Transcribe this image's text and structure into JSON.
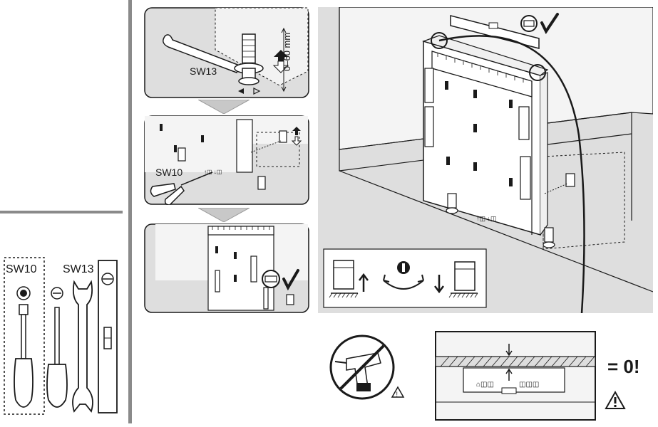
{
  "tools": {
    "sw10_label": "SW10",
    "sw13_label": "SW13"
  },
  "panels": {
    "p1_sw13": "SW13",
    "p1_range": "0–60 mm",
    "p2_sw10": "SW10"
  },
  "callout": {
    "zero_label": "= 0!"
  },
  "colors": {
    "panel_gray": "#dedede",
    "line": "#1a1a1a",
    "divider": "#8a8a8a",
    "cabinet": "#f4f4f4"
  },
  "icons": [
    "screwdriver-icon",
    "wrench-icon",
    "spirit-level-icon",
    "checkmark-icon",
    "no-drill-icon",
    "warning-icon",
    "rotate-arrow-icon",
    "arrow-up-icon",
    "arrow-down-icon"
  ]
}
